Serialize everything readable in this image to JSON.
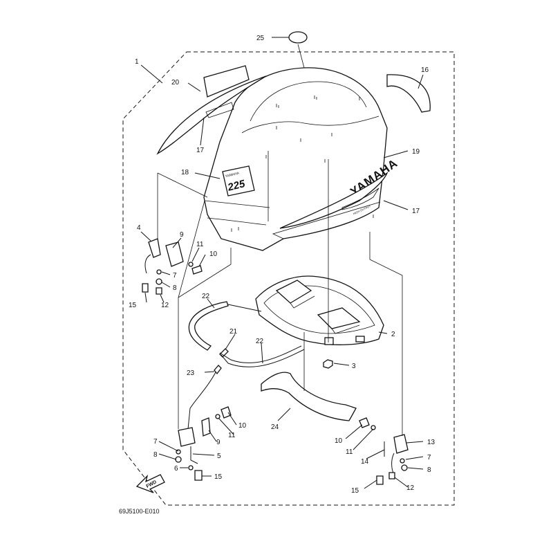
{
  "diagram": {
    "code": "69J5100-E010",
    "fwd_label": "FWD",
    "decal_brand": "YAMAHA",
    "decal_model": "225",
    "decal_small": "YAMAHA",
    "decal_stripe": "HIGH OUTPUT",
    "callouts": [
      "1",
      "2",
      "3",
      "4",
      "5",
      "6",
      "7",
      "8",
      "9",
      "10",
      "11",
      "12",
      "13",
      "14",
      "15",
      "16",
      "17",
      "18",
      "19",
      "20",
      "21",
      "22",
      "23",
      "24",
      "25"
    ]
  },
  "colors": {
    "line": "#111111",
    "background": "#ffffff"
  }
}
